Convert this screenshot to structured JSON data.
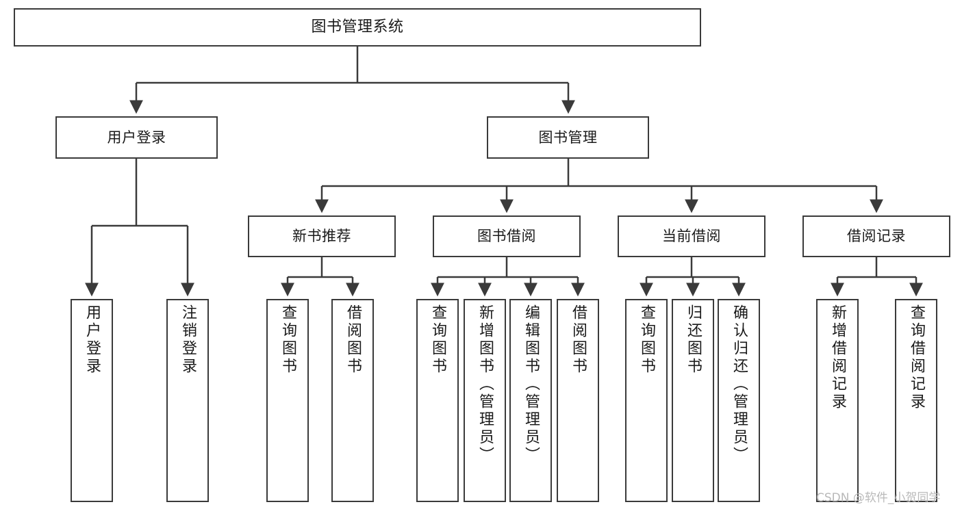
{
  "diagram": {
    "title": "图书管理系统",
    "watermark": "CSDN @软件_小贺同学",
    "line_color": "#3a3a3a",
    "box_fill": "#ffffff",
    "text_color": "#1a1a1a",
    "watermark_color": "#b9b9b9"
  },
  "nodes": {
    "root": {
      "label": "图书管理系统"
    },
    "level2": [
      {
        "label": "用户登录"
      },
      {
        "label": "图书管理"
      }
    ],
    "level3": [
      {
        "label": "新书推荐"
      },
      {
        "label": "图书借阅"
      },
      {
        "label": "当前借阅"
      },
      {
        "label": "借阅记录"
      }
    ],
    "leaves_user_login": [
      {
        "label": "用户登录"
      },
      {
        "label": "注销登录"
      }
    ],
    "leaves_new_book": [
      {
        "label": "查询图书"
      },
      {
        "label": "借阅图书"
      }
    ],
    "leaves_borrow": [
      {
        "label": "查询图书"
      },
      {
        "label": "新增图书（管理员）"
      },
      {
        "label": "编辑图书（管理员）"
      },
      {
        "label": "借阅图书"
      }
    ],
    "leaves_current": [
      {
        "label": "查询图书"
      },
      {
        "label": "归还图书"
      },
      {
        "label": "确认归还（管理员）"
      }
    ],
    "leaves_records": [
      {
        "label": "新增借阅记录"
      },
      {
        "label": "查询借阅记录"
      }
    ]
  },
  "chart_data": {
    "type": "table",
    "title": "图书管理系统 功能结构图",
    "hierarchy": [
      {
        "label": "图书管理系统",
        "level": 1,
        "children": [
          {
            "label": "用户登录",
            "level": 2,
            "children": [
              {
                "label": "用户登录",
                "level": 3,
                "children": []
              },
              {
                "label": "注销登录",
                "level": 3,
                "children": []
              }
            ]
          },
          {
            "label": "图书管理",
            "level": 2,
            "children": [
              {
                "label": "新书推荐",
                "level": 3,
                "children": [
                  {
                    "label": "查询图书",
                    "level": 4,
                    "children": []
                  },
                  {
                    "label": "借阅图书",
                    "level": 4,
                    "children": []
                  }
                ]
              },
              {
                "label": "图书借阅",
                "level": 3,
                "children": [
                  {
                    "label": "查询图书",
                    "level": 4,
                    "children": []
                  },
                  {
                    "label": "新增图书（管理员）",
                    "level": 4,
                    "children": []
                  },
                  {
                    "label": "编辑图书（管理员）",
                    "level": 4,
                    "children": []
                  },
                  {
                    "label": "借阅图书",
                    "level": 4,
                    "children": []
                  }
                ]
              },
              {
                "label": "当前借阅",
                "level": 3,
                "children": [
                  {
                    "label": "查询图书",
                    "level": 4,
                    "children": []
                  },
                  {
                    "label": "归还图书",
                    "level": 4,
                    "children": []
                  },
                  {
                    "label": "确认归还（管理员）",
                    "level": 4,
                    "children": []
                  }
                ]
              },
              {
                "label": "借阅记录",
                "level": 3,
                "children": [
                  {
                    "label": "新增借阅记录",
                    "level": 4,
                    "children": []
                  },
                  {
                    "label": "查询借阅记录",
                    "level": 4,
                    "children": []
                  }
                ]
              }
            ]
          }
        ]
      }
    ]
  }
}
